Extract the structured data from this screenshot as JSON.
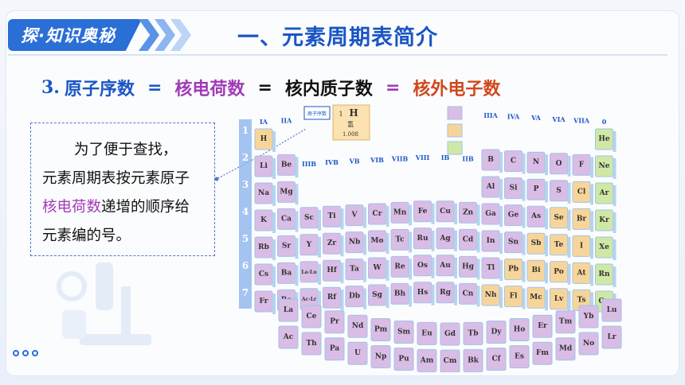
{
  "header": {
    "tag_label": "探·知识奥秘",
    "title": "一、元素周期表简介"
  },
  "formula": {
    "number": "3.",
    "term1": "原子序数",
    "eq1": "=",
    "term2": "核电荷数",
    "eq2": "=",
    "term3": "核内质子数",
    "eq3": "=",
    "term4": "核外电子数"
  },
  "callout": {
    "line1": "为了便于查找，",
    "line2": "元素周期表按元素原子",
    "line3_highlight": "核电荷数",
    "line3_rest": "递增的顺序给",
    "line4": "元素编的号。"
  },
  "table": {
    "legend_box": {
      "symbol": "H",
      "number": "1",
      "name": "氢",
      "mass": "1.008",
      "label": "原子序数"
    },
    "row_labels": [
      "1",
      "2",
      "3",
      "4",
      "5",
      "6",
      "7"
    ],
    "group_labels": [
      "IA",
      "IIA",
      "IIIB",
      "IVB",
      "VB",
      "VIB",
      "VIIB",
      "VIII",
      "IB",
      "IIB",
      "IIIA",
      "IVA",
      "VA",
      "VIA",
      "VIIA",
      "0"
    ],
    "main_symbols": [
      [
        "H",
        "",
        "",
        "",
        "",
        "",
        "",
        "",
        "",
        "",
        "",
        "",
        "",
        "",
        "",
        "He"
      ],
      [
        "Li",
        "Be",
        "",
        "",
        "",
        "",
        "",
        "",
        "",
        "",
        "B",
        "C",
        "N",
        "O",
        "F",
        "Ne"
      ],
      [
        "Na",
        "Mg",
        "",
        "",
        "",
        "",
        "",
        "",
        "",
        "",
        "Al",
        "Si",
        "P",
        "S",
        "Cl",
        "Ar"
      ],
      [
        "K",
        "Ca",
        "Sc",
        "Ti",
        "V",
        "Cr",
        "Mn",
        "Fe",
        "Cu",
        "Zn",
        "Ga",
        "Ge",
        "As",
        "Se",
        "Br",
        "Kr"
      ],
      [
        "Rb",
        "Sr",
        "Y",
        "Zr",
        "Nb",
        "Mo",
        "Tc",
        "Ru",
        "Ag",
        "Cd",
        "In",
        "Sn",
        "Sb",
        "Te",
        "I",
        "Xe"
      ],
      [
        "Cs",
        "Ba",
        "La-Lu",
        "Hf",
        "Ta",
        "W",
        "Re",
        "Os",
        "Au",
        "Hg",
        "Tl",
        "Pb",
        "Bi",
        "Po",
        "At",
        "Rn"
      ],
      [
        "Fr",
        "Ra",
        "Ac-Lr",
        "Rf",
        "Db",
        "Sg",
        "Bh",
        "Hs",
        "Rg",
        "Cn",
        "Nh",
        "Fl",
        "Mc",
        "Lv",
        "Ts",
        "Og"
      ]
    ],
    "lanthanides": [
      "La",
      "Ce",
      "Pr",
      "Nd",
      "Pm",
      "Sm",
      "Eu",
      "Gd",
      "Tb",
      "Dy",
      "Ho",
      "Er",
      "Tm",
      "Yb",
      "Lu"
    ],
    "actinides": [
      "Ac",
      "Th",
      "Pa",
      "U",
      "Np",
      "Pu",
      "Am",
      "Cm",
      "Bk",
      "Cf",
      "Es",
      "Fm",
      "Md",
      "No",
      "Lr"
    ]
  },
  "colors": {
    "brand_blue": "#2a6fd6",
    "title_blue": "#1b56c4",
    "purple": "#a23ab6",
    "red": "#d0481c",
    "metal_cell": "#d9bde6",
    "nonmetal_cell": "#f7d59a",
    "noble_cell": "#cfe8a6",
    "cell_edge": "#9fc4e6"
  }
}
